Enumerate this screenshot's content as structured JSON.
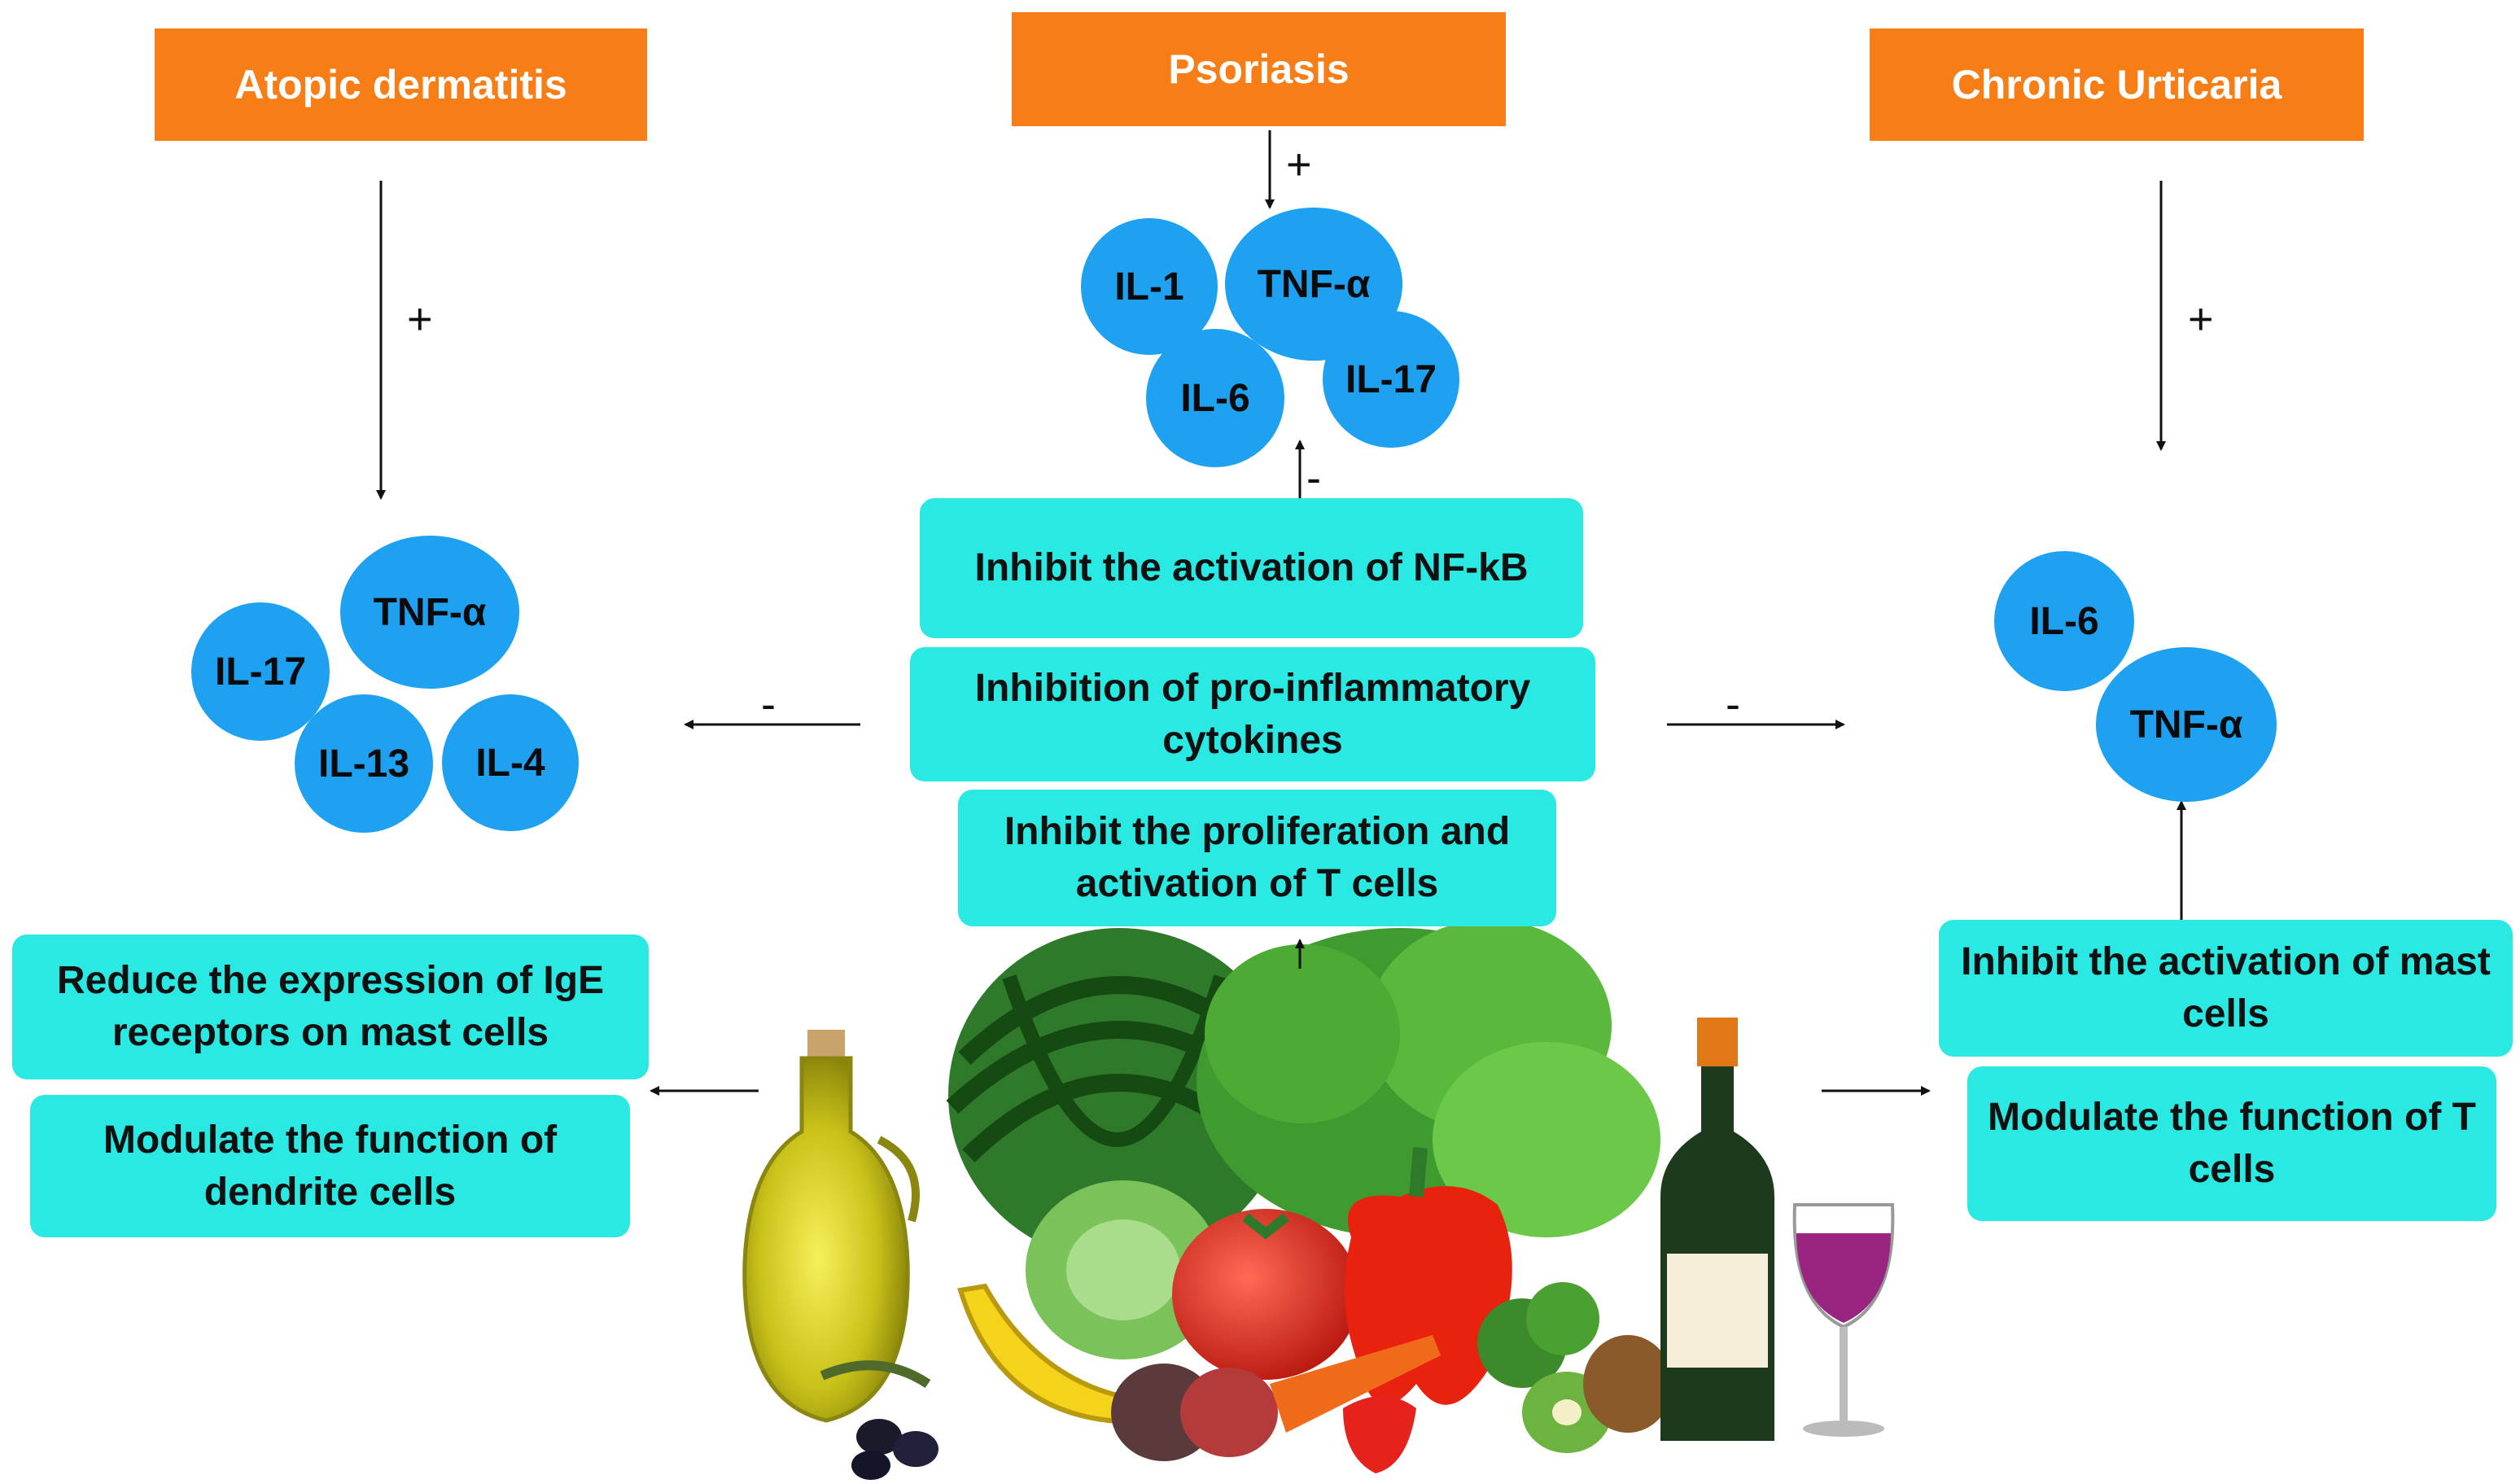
{
  "diseases": {
    "atopic": "Atopic dermatitis",
    "psoriasis": "Psoriasis",
    "urticaria": "Chronic Urticaria"
  },
  "signs": {
    "plus": "+",
    "minus": "-"
  },
  "cytokines": {
    "atopic": [
      "TNF-α",
      "IL-17",
      "IL-13",
      "IL-4"
    ],
    "psoriasis": [
      "IL-1",
      "TNF-α",
      "IL-6",
      "IL-17"
    ],
    "urticaria": [
      "IL-6",
      "TNF-α"
    ]
  },
  "effects": {
    "central": [
      "Inhibit the activation of NF-kB",
      "Inhibition of pro-inflammatory cytokines",
      "Inhibit the proliferation and activation of T cells"
    ],
    "left": [
      "Reduce the expression of IgE receptors on mast cells",
      "Modulate the function of dendrite cells"
    ],
    "right": [
      "Inhibit the activation of mast cells",
      "Modulate the function of T cells"
    ]
  },
  "colors": {
    "disease_box": "#f77d16",
    "effect_box": "#2ae8e2",
    "cytokine": "#1da1f0"
  }
}
